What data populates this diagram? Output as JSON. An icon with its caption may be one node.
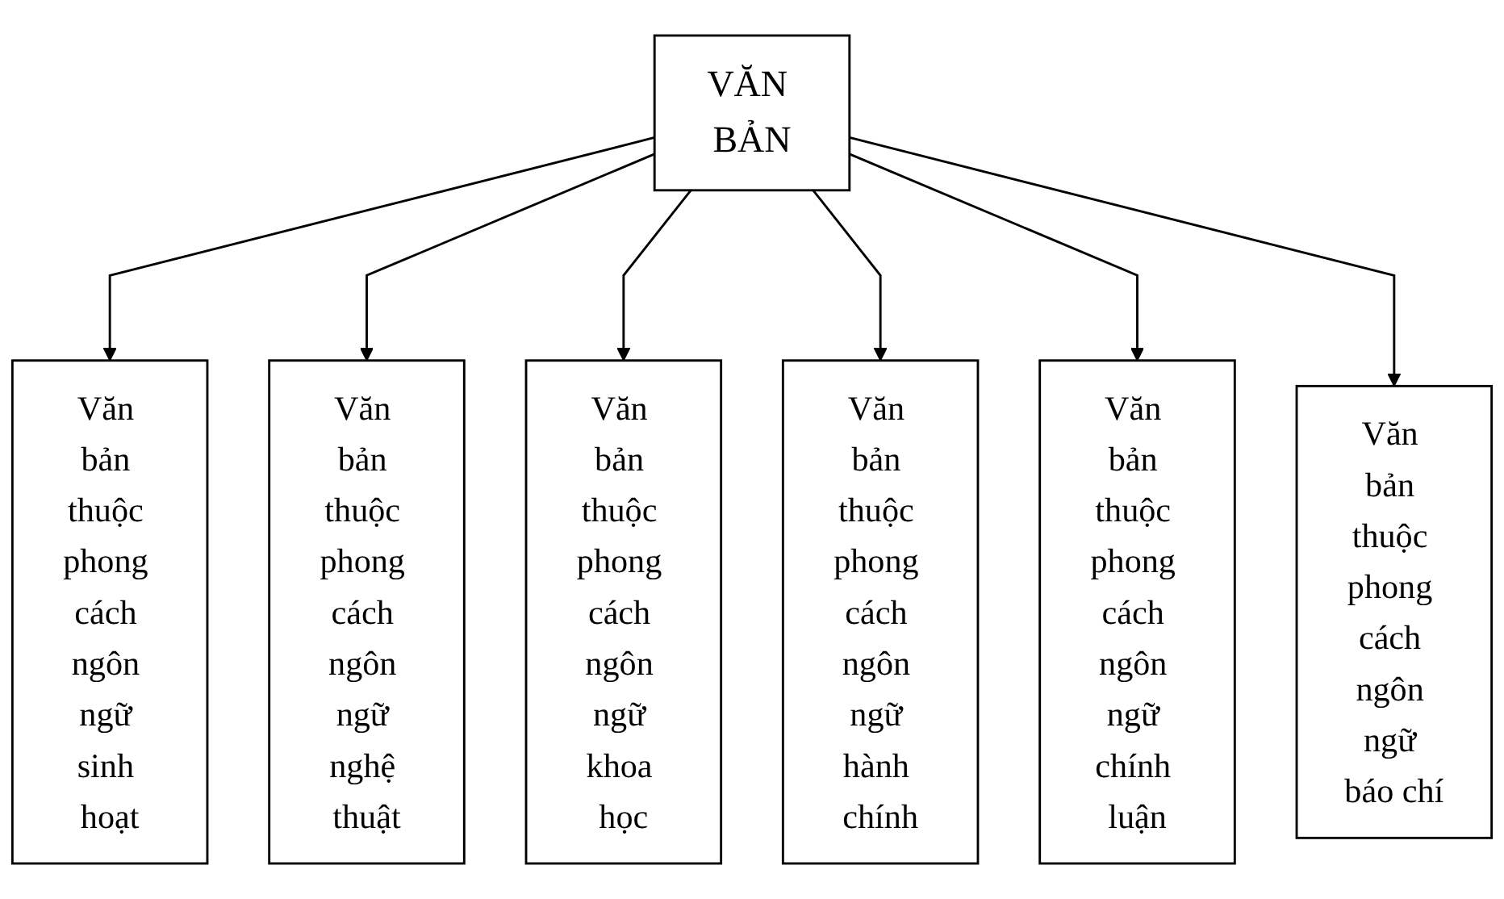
{
  "diagram": {
    "nodes": [
      {
        "text": [
          "VĂN BẢN"
        ]
      },
      {
        "text": [
          "Văn bản thuộc phong cách ngôn ngữ sinh hoạt"
        ]
      },
      {
        "text": [
          "Văn bản thuộc phong cách ngôn ngữ nghệ thuật"
        ]
      },
      {
        "text": [
          "Văn bản thuộc phong cách ngôn ngữ khoa học"
        ]
      },
      {
        "text": [
          "Văn bản thuộc phong cách ngôn ngữ hành chính"
        ]
      },
      {
        "text": [
          "Văn bản thuộc phong cách ngôn ngữ chính luận"
        ]
      },
      {
        "text": [
          "Văn bản thuộc phong cách ngôn ngữ báo chí"
        ]
      }
    ],
    "edges": [
      {
        "from": 0,
        "to": 1,
        "arrow": "to"
      },
      {
        "from": 0,
        "to": 2,
        "arrow": "to"
      },
      {
        "from": 0,
        "to": 3,
        "arrow": "to"
      },
      {
        "from": 0,
        "to": 4,
        "arrow": "to"
      },
      {
        "from": 0,
        "to": 5,
        "arrow": "to"
      },
      {
        "from": 0,
        "to": 6,
        "arrow": "to"
      }
    ]
  }
}
